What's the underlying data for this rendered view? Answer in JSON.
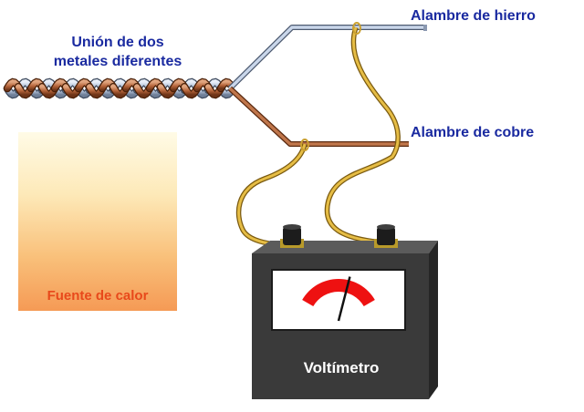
{
  "labels": {
    "junction_line1": "Unión de dos",
    "junction_line2": "metales diferentes",
    "iron_wire": "Alambre de hierro",
    "copper_wire": "Alambre de cobre",
    "heat_source": "Fuente de calor",
    "voltmeter": "Voltímetro"
  },
  "colors": {
    "label_text": "#1a2aa0",
    "heat_text": "#e8491b",
    "iron_wire": "#b7c6dc",
    "copper_wire": "#b5643a",
    "lead_wire": "#e3b53a",
    "meter_body": "#3a3a3a",
    "meter_arc": "#ee1111"
  },
  "meter": {
    "needle_level": 0.62
  }
}
